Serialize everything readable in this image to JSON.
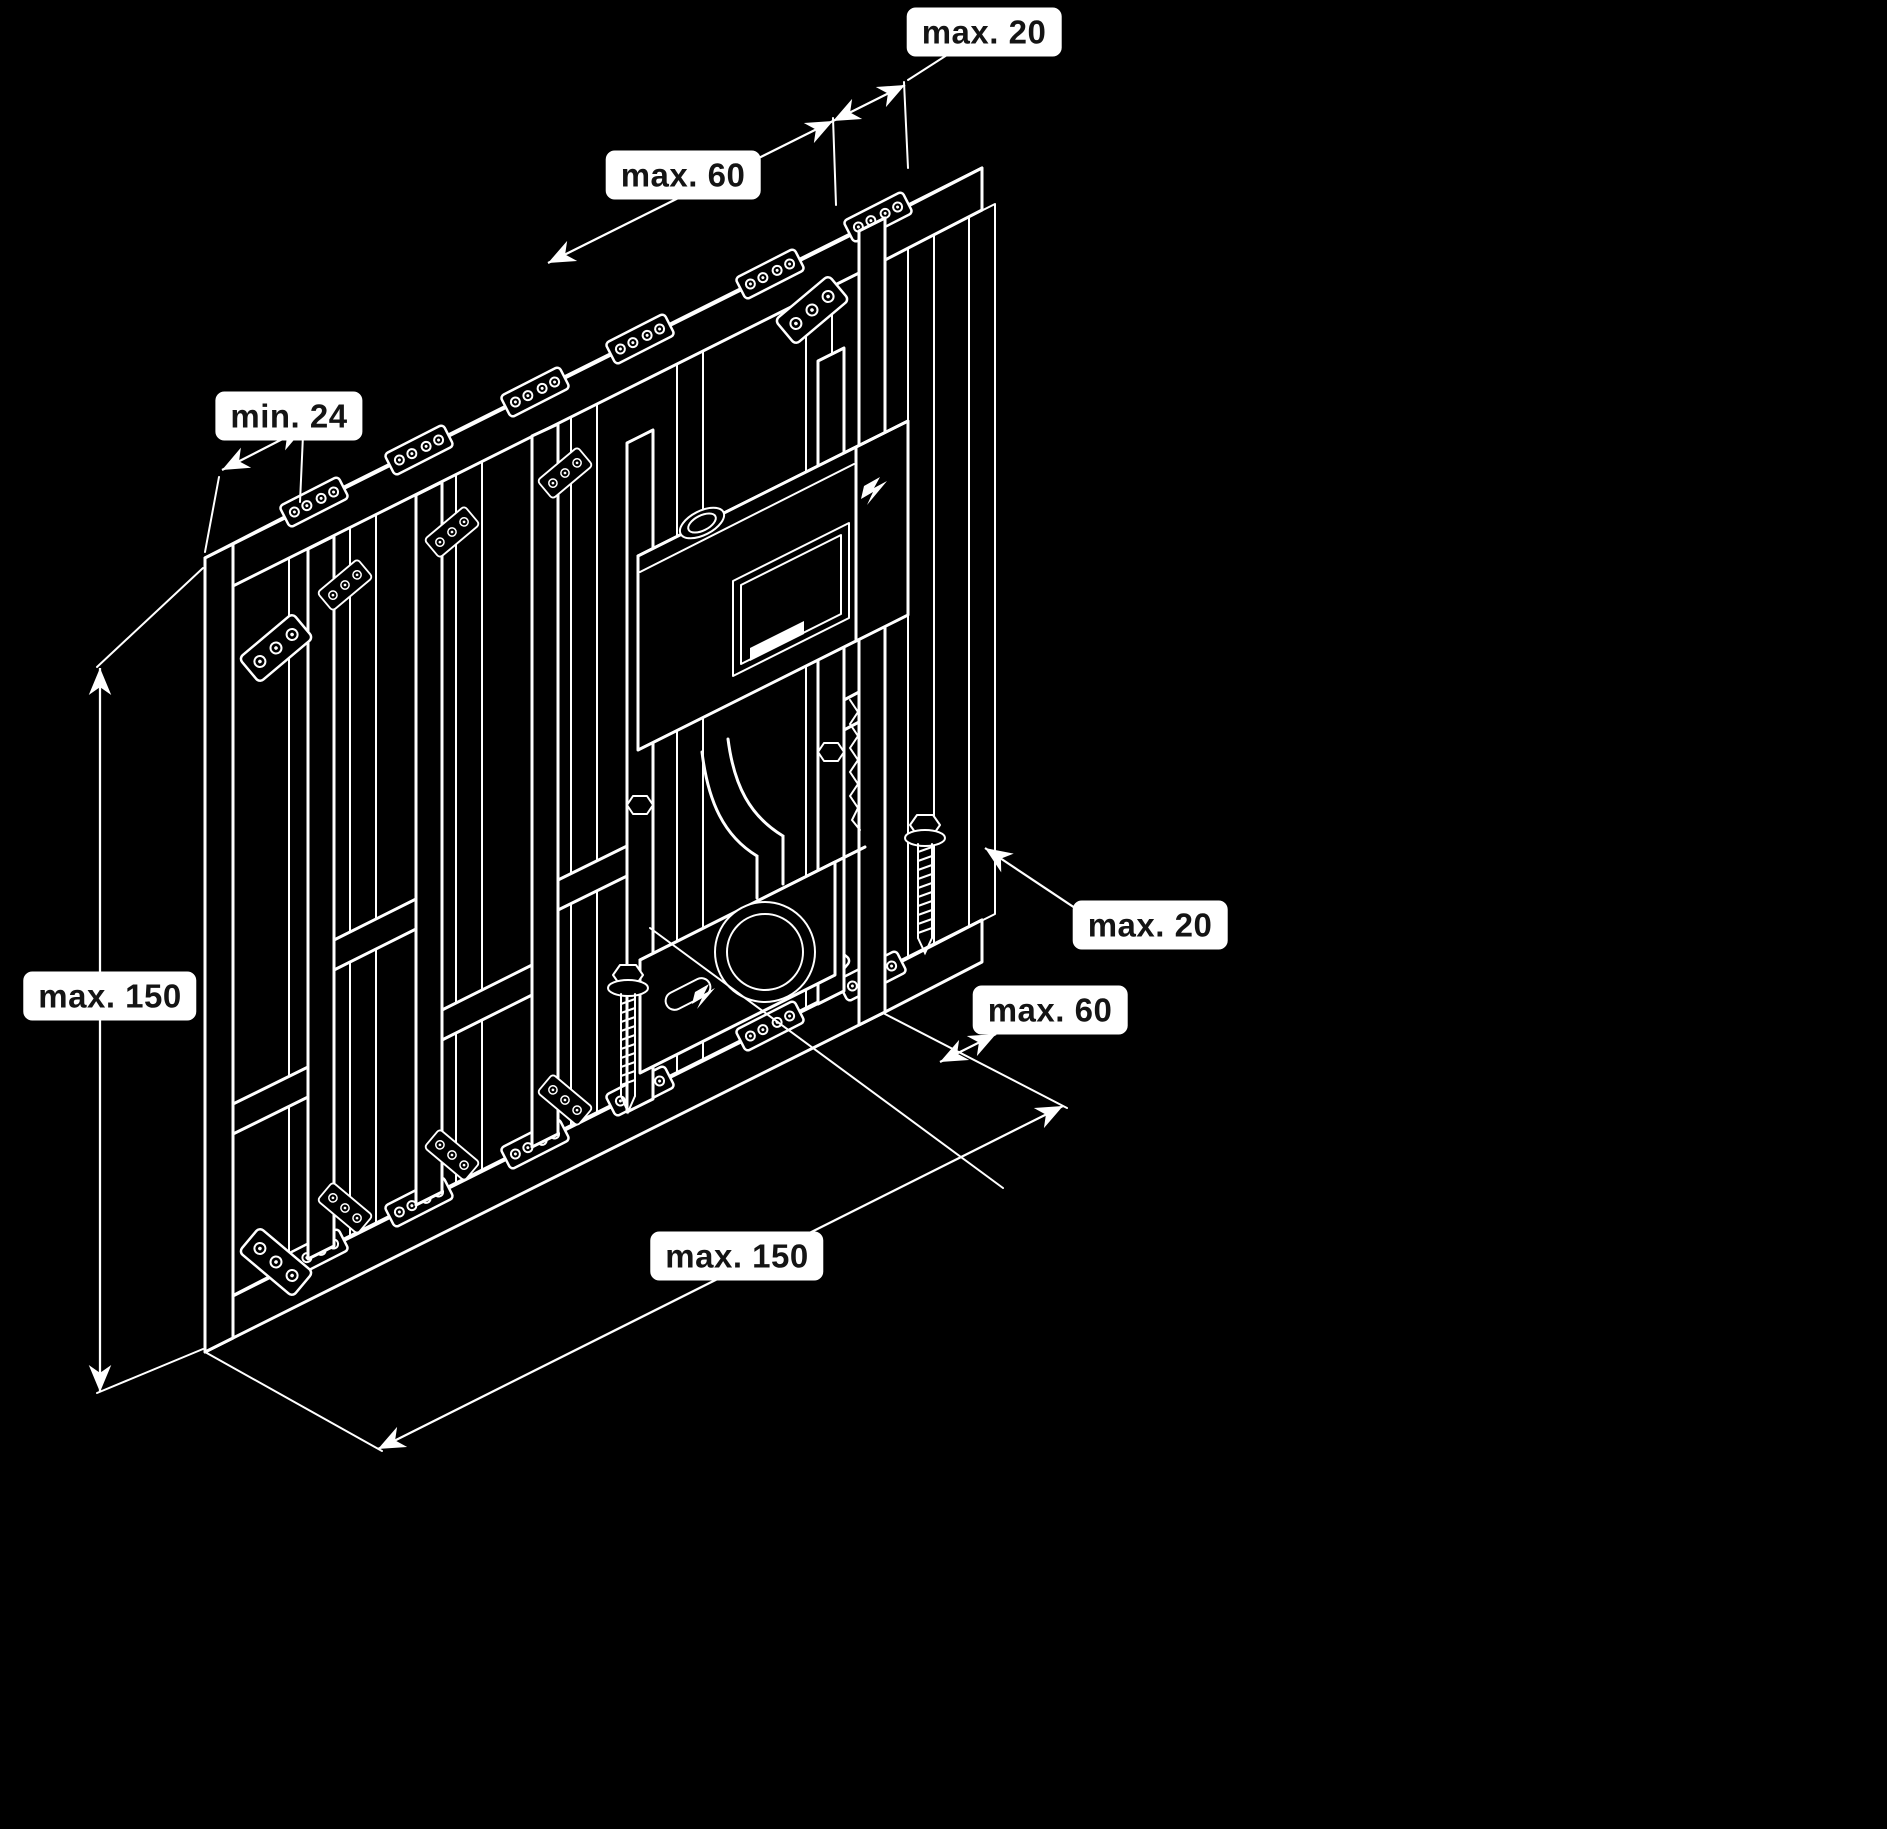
{
  "page": {
    "background": "#000000"
  },
  "diagram": {
    "stroke_color": "#ffffff",
    "label_style": {
      "bg": "#ffffff",
      "fg": "#141414"
    },
    "labels": {
      "top_end_gap": "max. 20",
      "top_stud_spacing": "max. 60",
      "wall_depth": "min. 24",
      "frame_height": "max. 150",
      "right_end_gap": "max. 20",
      "right_stud_spacing": "max. 60",
      "frame_length": "max. 150"
    }
  }
}
